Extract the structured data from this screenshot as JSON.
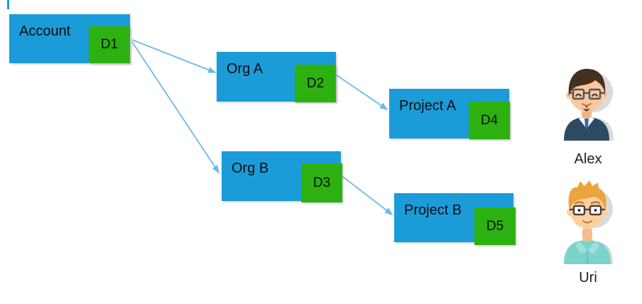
{
  "diagram": {
    "nodes": [
      {
        "id": "account",
        "label": "Account",
        "badge": "D1"
      },
      {
        "id": "org-a",
        "label": "Org A",
        "badge": "D2"
      },
      {
        "id": "project-a",
        "label": "Project A",
        "badge": "D4"
      },
      {
        "id": "org-b",
        "label": "Org B",
        "badge": "D3"
      },
      {
        "id": "project-b",
        "label": "Project B",
        "badge": "D5"
      }
    ],
    "edges": [
      {
        "from": "D1",
        "to": "Org A"
      },
      {
        "from": "D1",
        "to": "Org B"
      },
      {
        "from": "D2",
        "to": "Project A"
      },
      {
        "from": "D3",
        "to": "Project B"
      }
    ],
    "colors": {
      "node_fill": "#1b9cd9",
      "badge_fill": "#2db111",
      "arrow": "#6fb9ea",
      "label_text": "#0d0d0d"
    }
  },
  "users": [
    {
      "name": "Alex"
    },
    {
      "name": "Uri"
    }
  ]
}
